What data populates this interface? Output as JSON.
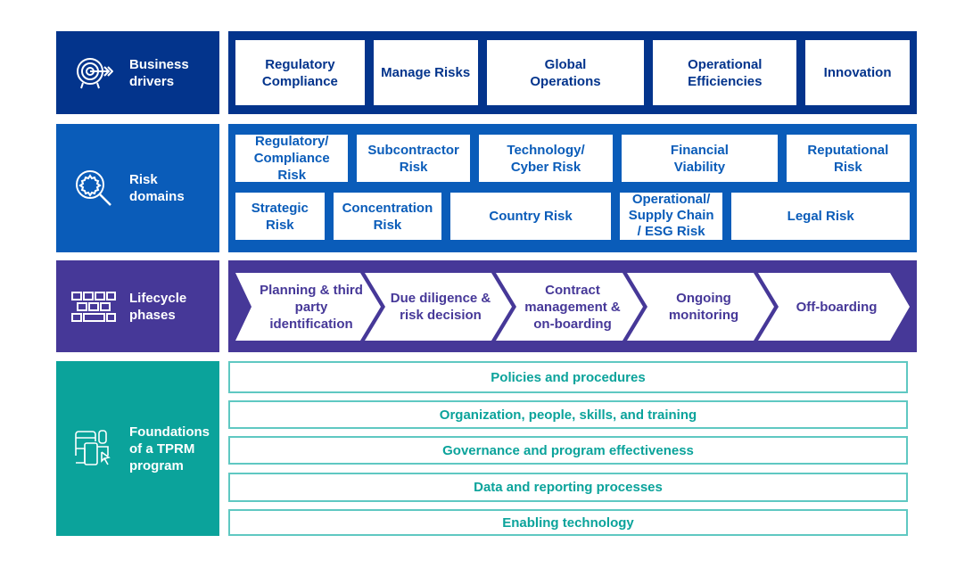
{
  "colors": {
    "business_drivers": "#03348c",
    "risk_domains": "#0a5cb9",
    "lifecycle_phases": "#463898",
    "foundations": "#0ba39b",
    "foundations_border": "#5fc8c2"
  },
  "business_drivers": {
    "icon": "target-arrow-icon",
    "label": "Business drivers",
    "items": [
      "Regulatory Compliance",
      "Manage Risks",
      "Global Operations",
      "Operational Efficiencies",
      "Innovation"
    ]
  },
  "risk_domains": {
    "icon": "magnifier-gear-icon",
    "label": "Risk domains",
    "row1": [
      "Regulatory/ Compliance Risk",
      "Subcontractor Risk",
      "Technology/ Cyber Risk",
      "Financial Viability",
      "Reputational Risk"
    ],
    "row2": [
      "Strategic Risk",
      "Concentration Risk",
      "Country Risk",
      "Operational/ Supply Chain / ESG Risk",
      "Legal Risk"
    ]
  },
  "lifecycle_phases": {
    "icon": "blocks-icon",
    "label": "Lifecycle phases",
    "items": [
      "Planning & third party identification",
      "Due diligence & risk decision",
      "Contract management & on-boarding",
      "Ongoing monitoring",
      "Off-boarding"
    ]
  },
  "foundations": {
    "icon": "devices-cursor-icon",
    "label": "Foundations of a TPRM program",
    "items": [
      "Policies and procedures",
      "Organization, people, skills, and training",
      "Governance and program effectiveness",
      "Data and reporting processes",
      "Enabling technology"
    ]
  }
}
